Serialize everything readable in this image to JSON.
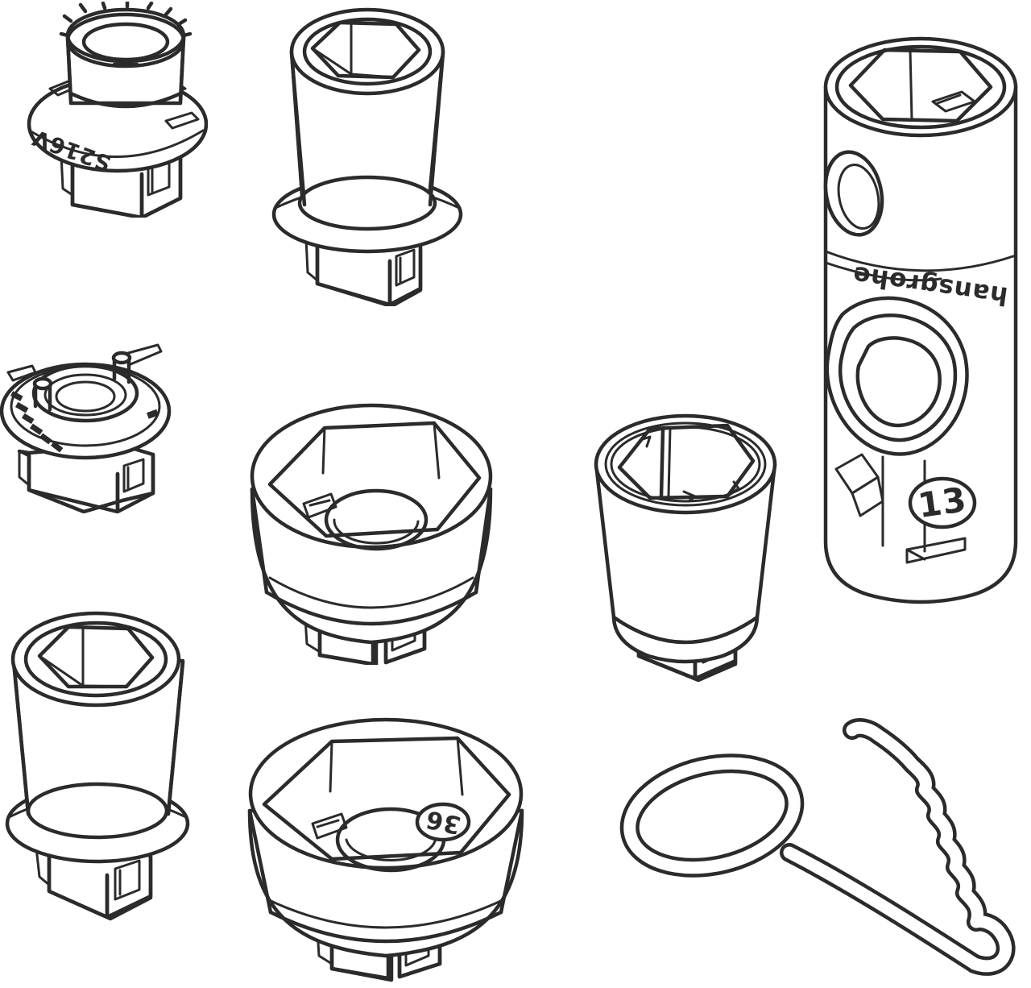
{
  "figure": {
    "type": "technical-line-drawing",
    "background": "#ffffff",
    "line_color": "#2b2b2b",
    "items": [
      {
        "id": "castellated-socket-adapter",
        "label": "Castellated ring-nut socket adapter",
        "marking": "S216V"
      },
      {
        "id": "tall-hex-socket-flanged-top",
        "label": "Tall hex socket with flange",
        "marking": ""
      },
      {
        "id": "double-ended-service-tool",
        "label": "Double-ended cylindrical service tool",
        "brand_marking": "hansgrohe",
        "size_marking": "13"
      },
      {
        "id": "lug-ring-adapter",
        "label": "Lug ring socket adapter",
        "marking": ""
      },
      {
        "id": "large-hex-cap-socket",
        "label": "Large hex cap socket",
        "marking": ""
      },
      {
        "id": "cylindrical-socket-adapter",
        "label": "Cylindrical socket adapter with keyway",
        "marking": ""
      },
      {
        "id": "tall-hex-socket-flanged-bottom",
        "label": "Tall hex socket with flange",
        "marking": ""
      },
      {
        "id": "large-hex-cap-socket-36",
        "label": "Large hex cap socket",
        "size_marking": "36"
      },
      {
        "id": "retaining-clip-wrench",
        "label": "Retaining clip / eyelet pin wrench",
        "marking": ""
      }
    ]
  }
}
